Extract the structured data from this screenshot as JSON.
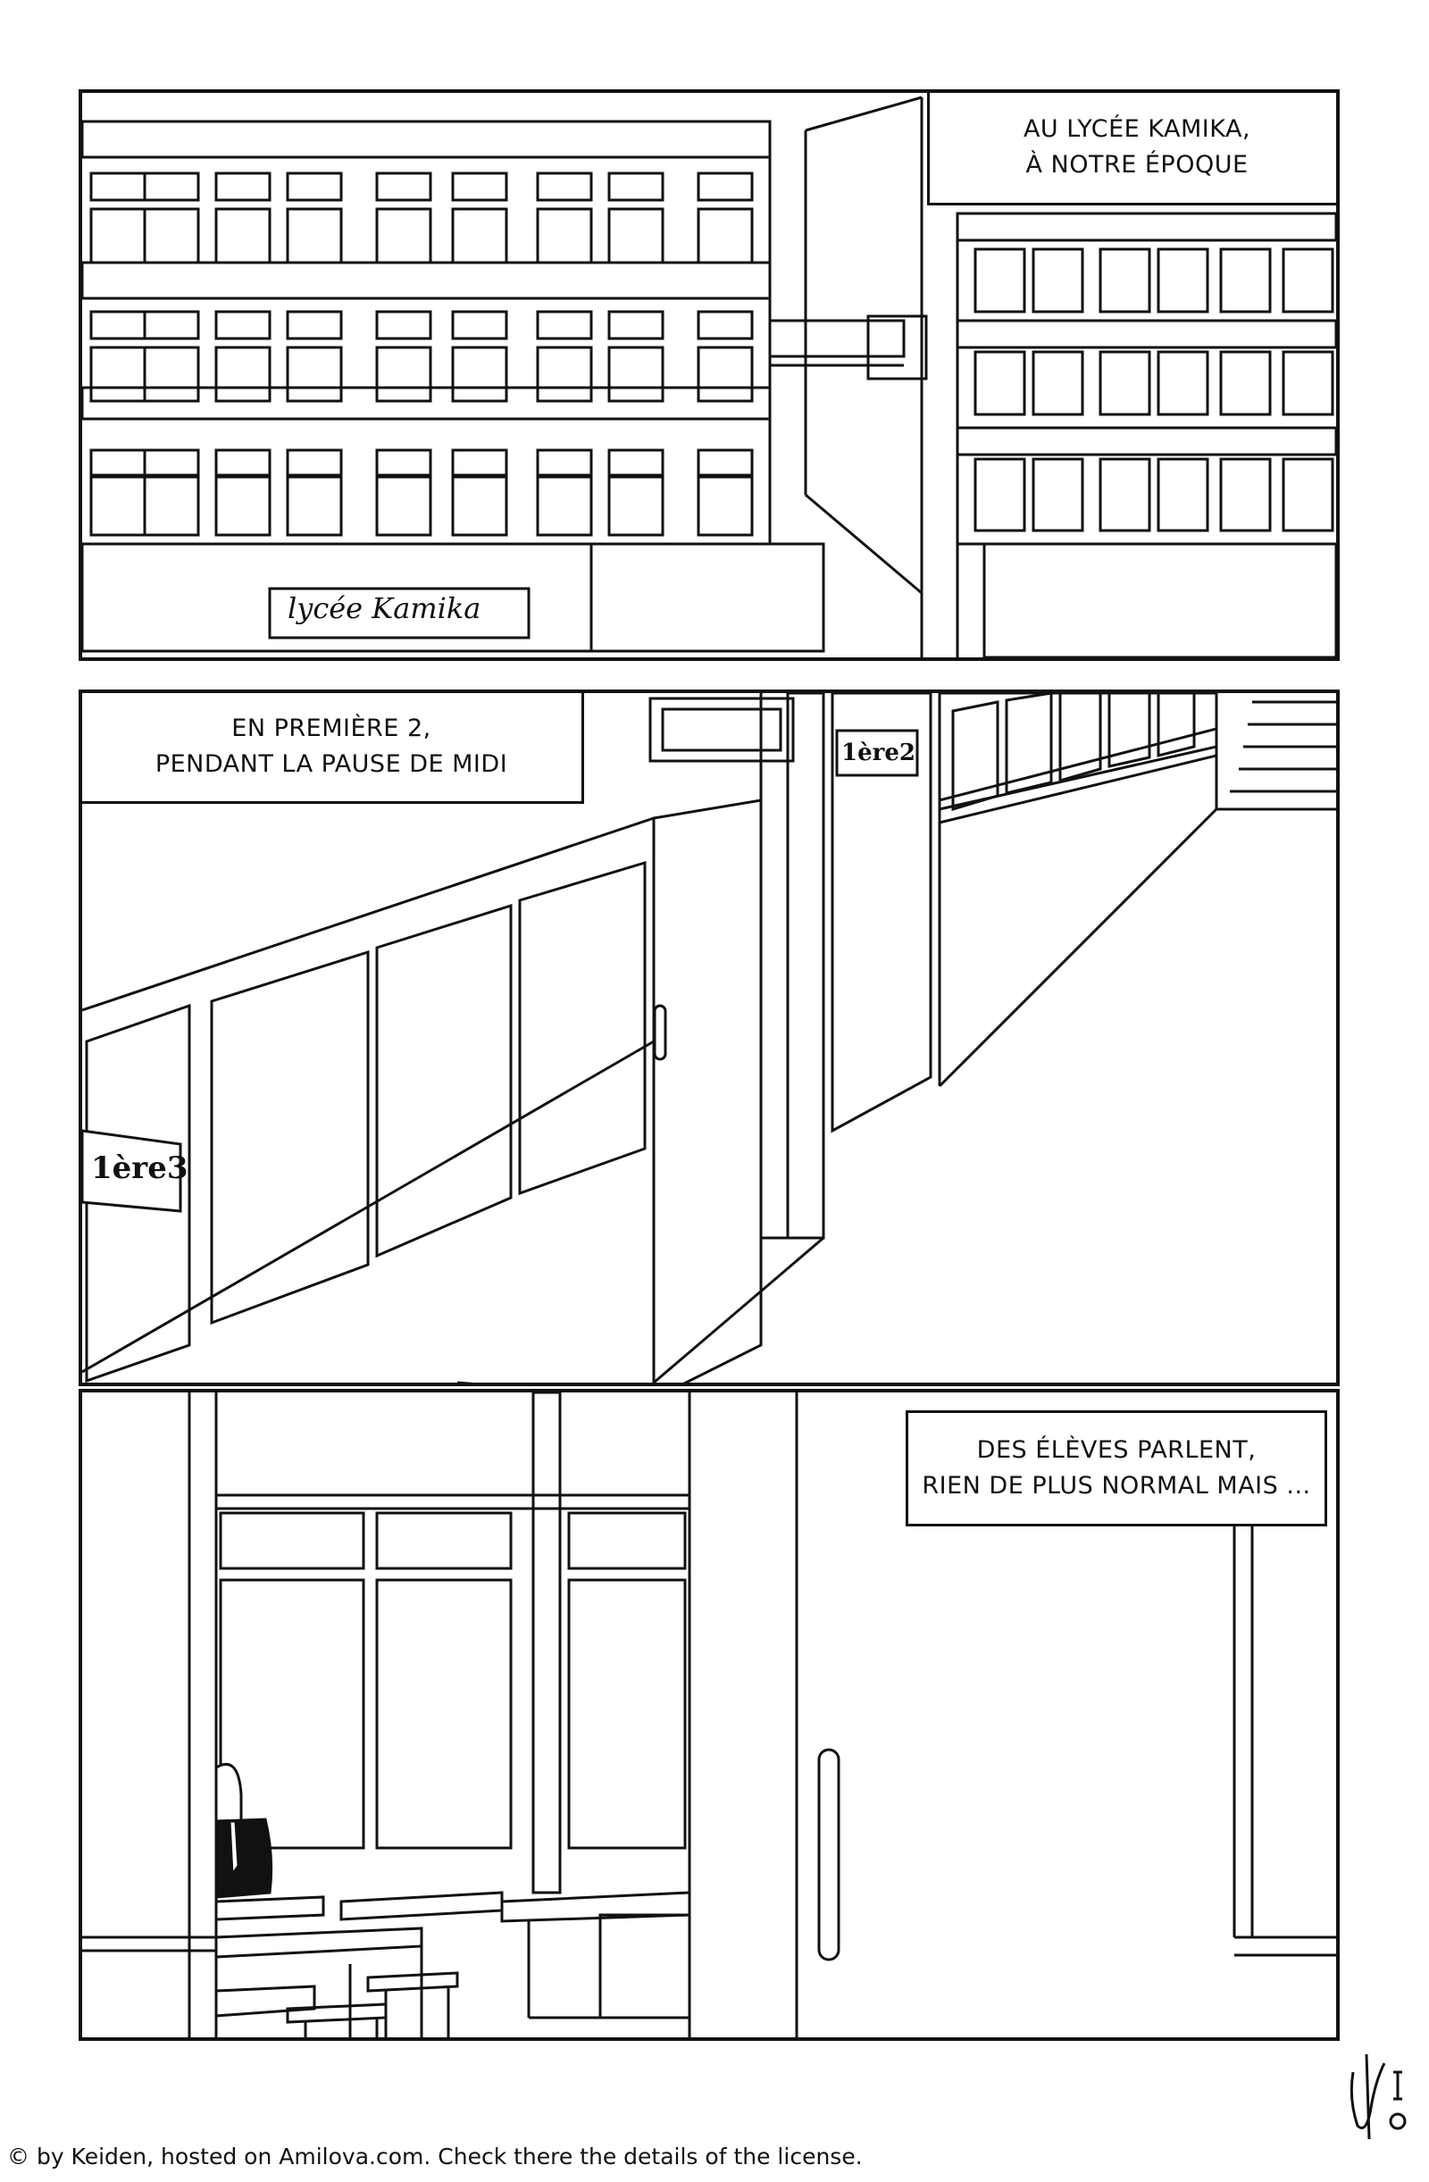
{
  "panels": [
    {
      "caption_lines": [
        "AU LYCÉE KAMIKA,",
        "À NOTRE ÉPOQUE"
      ],
      "sign": "lycée Kamika"
    },
    {
      "caption_lines": [
        "EN PREMIÈRE 2,",
        "PENDANT LA PAUSE DE MIDI"
      ],
      "room_labels": [
        "1ère2",
        "1ère3"
      ]
    },
    {
      "caption_lines": [
        "DES ÉLÈVES PARLENT,",
        "RIEN DE PLUS NORMAL MAIS ..."
      ]
    }
  ],
  "footer": "© by Keiden, hosted on Amilova.com. Check there the details of the license."
}
